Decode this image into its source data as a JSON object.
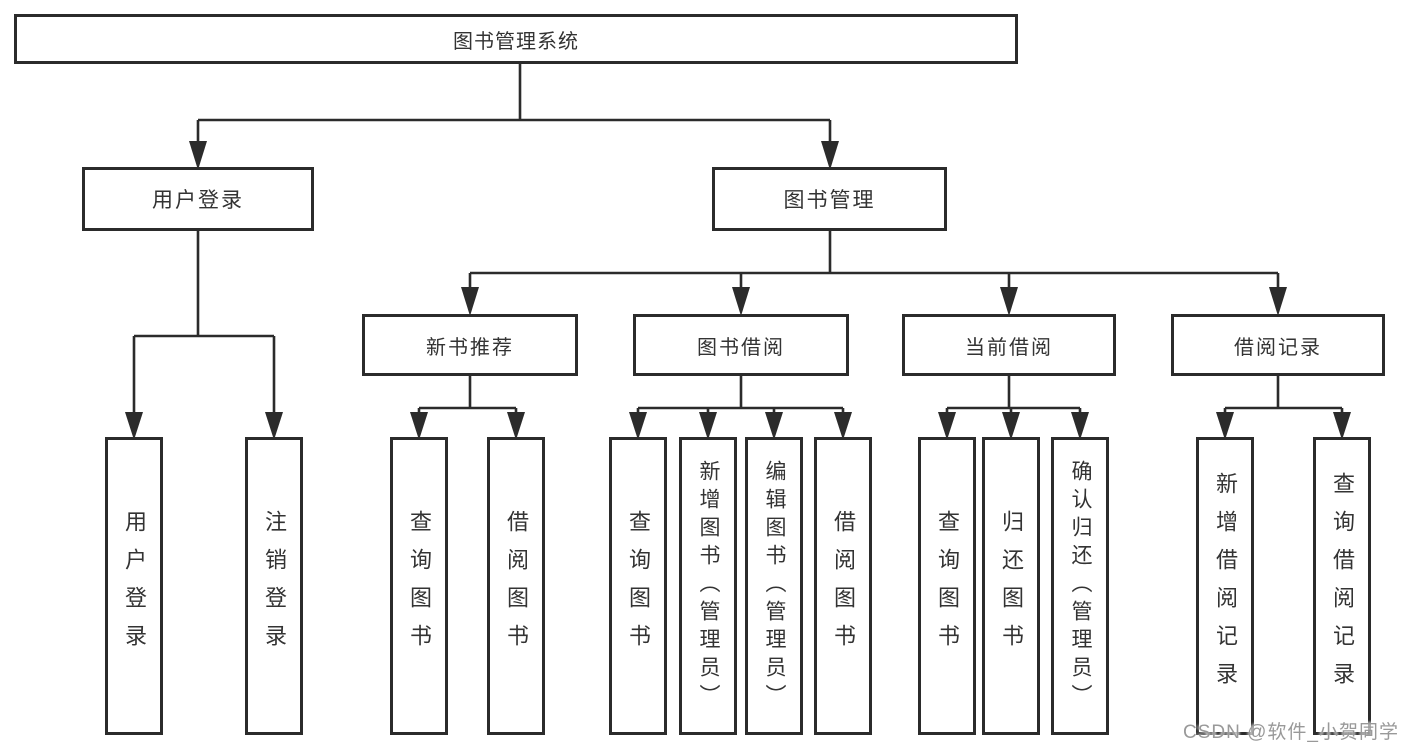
{
  "diagram": {
    "title": "图书管理系统",
    "level2": [
      {
        "label": "用户登录"
      },
      {
        "label": "图书管理"
      }
    ],
    "level3": [
      {
        "label": "新书推荐"
      },
      {
        "label": "图书借阅"
      },
      {
        "label": "当前借阅"
      },
      {
        "label": "借阅记录"
      }
    ],
    "leaves": {
      "user_login": [
        "用户登录",
        "注销登录"
      ],
      "new_book_recommend": [
        "查询图书",
        "借阅图书"
      ],
      "book_borrowing": [
        "查询图书",
        "新增图书（管理员）",
        "编辑图书（管理员）",
        "借阅图书"
      ],
      "current_borrowing": [
        "查询图书",
        "归还图书",
        "确认归还（管理员）"
      ],
      "borrowing_records": [
        "新增借阅记录",
        "查询借阅记录"
      ]
    }
  },
  "watermark": "CSDN @软件_小贺同学",
  "colors": {
    "line": "#2b2b2b",
    "text": "#333333",
    "watermark": "#999999",
    "background": "#ffffff"
  }
}
